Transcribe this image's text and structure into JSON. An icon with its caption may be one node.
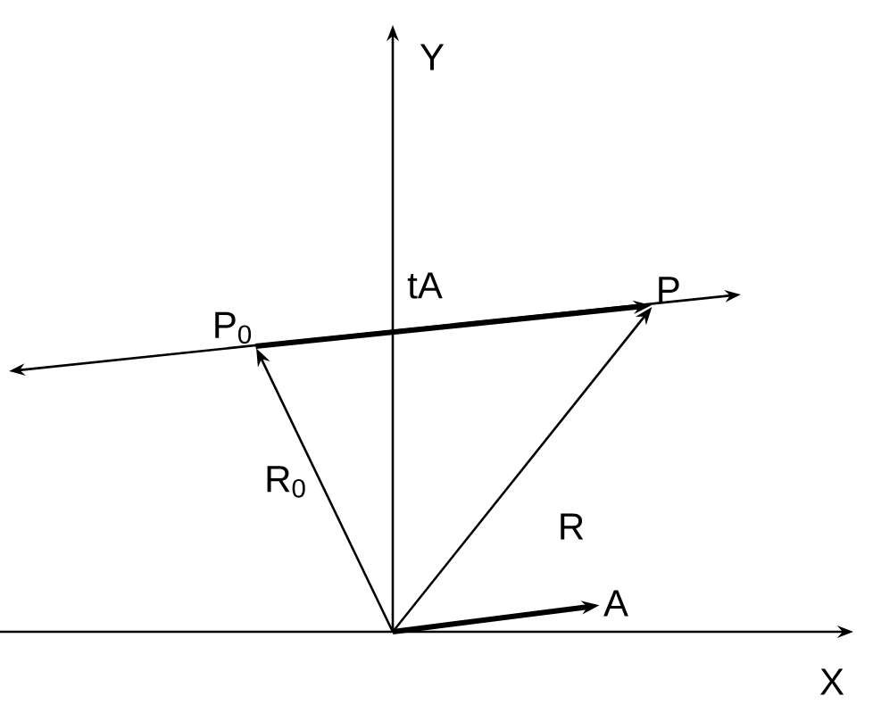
{
  "diagram": {
    "nodes": [
      {
        "text": [
          "P$_{0}$"
        ]
      },
      {
        "text": [
          "P"
        ]
      },
      {
        "text": [
          "A"
        ]
      }
    ],
    "edges": [
      {
        "from": null,
        "to": 0,
        "arrow": "to",
        "label": "R$_{0}$"
      },
      {
        "from": null,
        "to": 1,
        "arrow": "to",
        "label": "R"
      },
      {
        "from": null,
        "to": 2,
        "arrow": "to",
        "style": "thick"
      },
      {
        "from": 0,
        "to": 1,
        "arrow": "to",
        "label": "tA",
        "style": "thick"
      }
    ],
    "labels": [
      "Y",
      "X"
    ]
  }
}
